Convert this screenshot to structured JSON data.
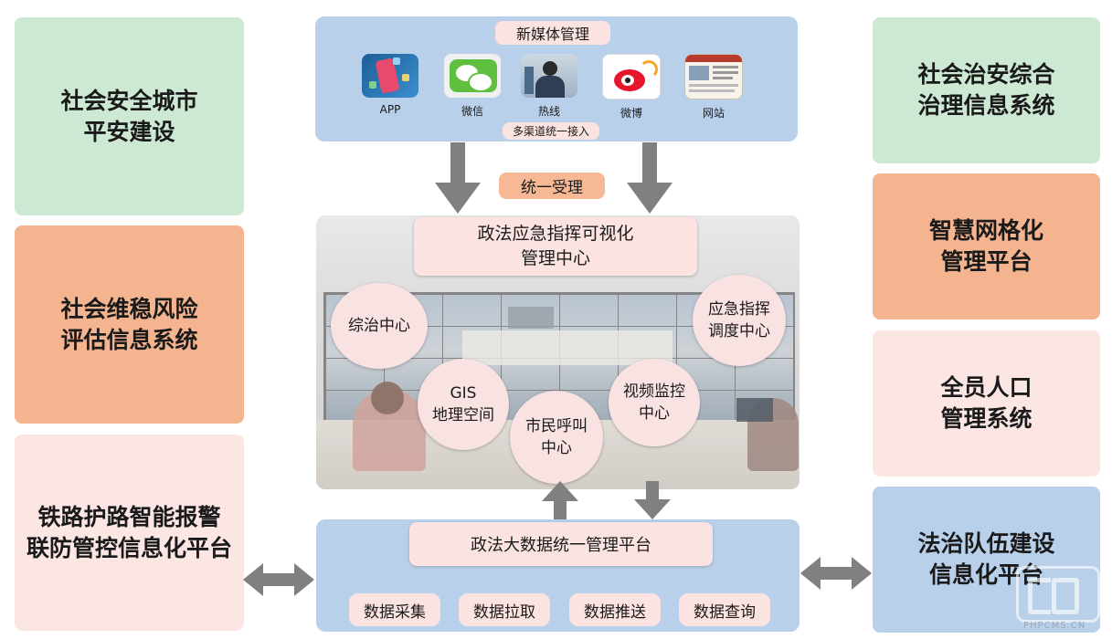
{
  "left_boxes": [
    {
      "text": "社会安全城市\n平安建设",
      "color": "#cde8d3"
    },
    {
      "text": "社会维稳风险\n评估信息系统",
      "color": "#f4b48f"
    },
    {
      "text": "铁路护路智能报警\n联防管控信息化平台",
      "color": "#fbe6e4"
    }
  ],
  "right_boxes": [
    {
      "text": "社会治安综合\n治理信息系统",
      "color": "#cde8d3"
    },
    {
      "text": "智慧网格化\n管理平台",
      "color": "#f4b48f"
    },
    {
      "text": "全员人口\n管理系统",
      "color": "#fbe6e4"
    },
    {
      "text": "法治队伍建设\n信息化平台",
      "color": "#b9d0ea"
    }
  ],
  "new_media": {
    "title": "新媒体管理",
    "channels": [
      {
        "label": "APP",
        "icon": "app-icon"
      },
      {
        "label": "微信",
        "icon": "wechat-icon"
      },
      {
        "label": "热线",
        "icon": "hotline-icon"
      },
      {
        "label": "微博",
        "icon": "weibo-icon"
      },
      {
        "label": "网站",
        "icon": "website-icon"
      }
    ],
    "access_label": "多渠道统一接入"
  },
  "unified_accept": "统一受理",
  "command_center": {
    "title": "政法应急指挥可视化\n管理中心",
    "circles": {
      "zongzhi": "综治中心",
      "emergency": "应急指挥\n调度中心",
      "gis": "GIS\n地理空间",
      "video": "视频监控\n中心",
      "hotline": "市民呼叫\n中心"
    }
  },
  "big_data": {
    "title": "政法大数据统一管理平台",
    "functions": [
      "数据采集",
      "数据拉取",
      "数据推送",
      "数据查询"
    ]
  },
  "watermark": {
    "text": "PHPCMS.CN"
  }
}
